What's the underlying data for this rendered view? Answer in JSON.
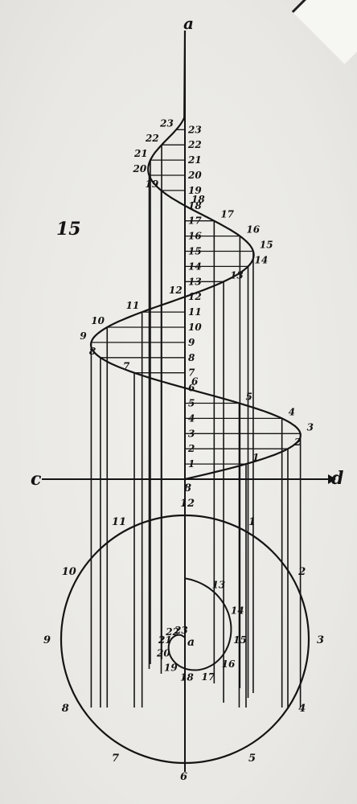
{
  "figure": {
    "plate_number": "15",
    "apex_label": "a",
    "axis_left_label": "c",
    "axis_right_label": "d",
    "base_label": "8",
    "helix_labels": [
      "1",
      "2",
      "3",
      "4",
      "5",
      "6",
      "7",
      "8",
      "9",
      "10",
      "11",
      "12",
      "13",
      "14",
      "15",
      "16",
      "17",
      "18",
      "19",
      "20",
      "21",
      "22",
      "23"
    ],
    "axis_numbers": [
      "1",
      "2",
      "3",
      "4",
      "5",
      "6",
      "7",
      "8",
      "9",
      "10",
      "11",
      "12",
      "13",
      "14",
      "15",
      "16",
      "17",
      "18",
      "19",
      "20",
      "21",
      "22",
      "23"
    ],
    "circle_labels": [
      "1",
      "2",
      "3",
      "4",
      "5",
      "6",
      "7",
      "8",
      "9",
      "10",
      "11",
      "12"
    ],
    "spiral_labels": [
      "13",
      "14",
      "15",
      "16",
      "17",
      "18",
      "19",
      "20",
      "21",
      "22",
      "23"
    ],
    "spiral_center_label": "a"
  },
  "colors": {
    "ink": "#141414",
    "paper": "#ecebe7"
  }
}
